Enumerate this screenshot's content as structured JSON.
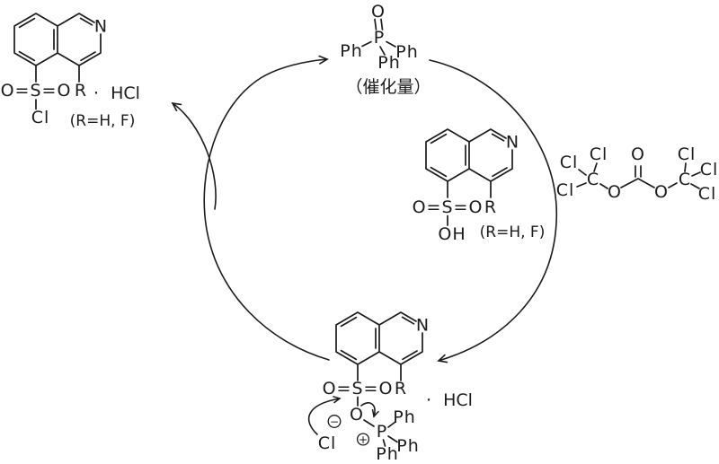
{
  "colors": {
    "background": "#ffffff",
    "ink": "#1b1b1b"
  },
  "isoquinoline": {
    "nitrogen": "N"
  },
  "catalyst": {
    "oxygen": "O",
    "phosphorus": "P",
    "ph_left": "Ph",
    "ph_right": "Ph",
    "ph_down": "Ph",
    "amount_note": "（催化量）"
  },
  "product": {
    "sulfonyl": "O=S=O",
    "chloro": "Cl",
    "substituent": "R",
    "hydrochloride": "· HCl",
    "substituent_note": "(R=H, F)"
  },
  "sulfonic_acid": {
    "sulfonyl": "O=S=O",
    "hydroxyl": "OH",
    "substituent": "R",
    "substituent_note": "(R=H, F)"
  },
  "triphosgene": {
    "cl_left_top": "Cl",
    "cl_left_west": "Cl",
    "cl_left_southwest": "Cl",
    "carbon_left": "C",
    "o_bridge_left": "O",
    "o_carbonyl": "O",
    "o_bridge_right": "O",
    "carbon_right": "C",
    "cl_right_top": "Cl",
    "cl_right_east": "Cl",
    "cl_right_southeast": "Cl"
  },
  "intermediate": {
    "sulfonyl": "O=S=O",
    "substituent": "R",
    "hydrochloride": "· HCl",
    "o_bridge": "O",
    "phosphorus": "P",
    "plus_charge": "+",
    "minus_charge": "−",
    "chloride": "Cl",
    "ph_right_upper": "Ph",
    "ph_right_lower": "Ph",
    "ph_bottom": "Ph"
  }
}
